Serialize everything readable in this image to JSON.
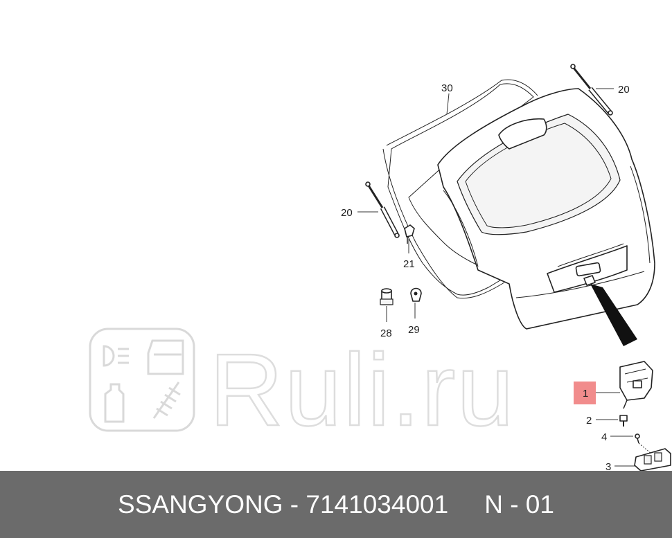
{
  "watermark": {
    "text": "Ruli.ru"
  },
  "callouts": {
    "c30": "30",
    "c20a": "20",
    "c20b": "20",
    "c21": "21",
    "c28": "28",
    "c29": "29",
    "c1": "1",
    "c2": "2",
    "c3": "3",
    "c4": "4"
  },
  "highlight_color": "#f08080",
  "footer": {
    "brand_part": "SSANGYONG - 7141034001",
    "position": "N - 01"
  }
}
